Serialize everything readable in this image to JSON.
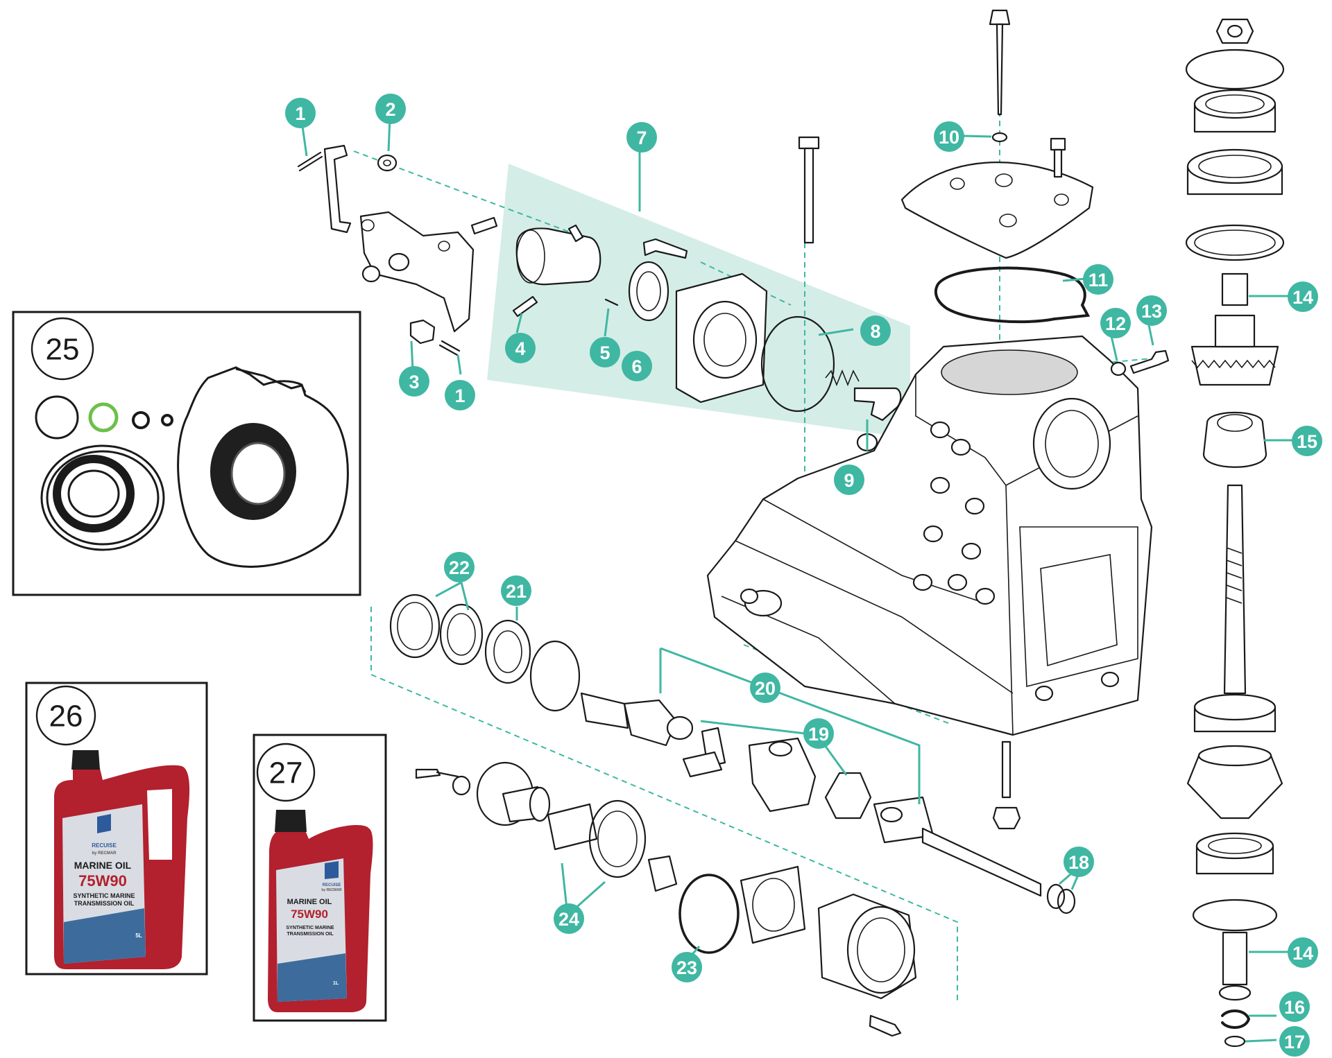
{
  "callouts": {
    "c1": "1",
    "c2": "2",
    "c3": "3",
    "c4": "4",
    "c5": "5",
    "c6": "6",
    "c7": "7",
    "c8": "8",
    "c9": "9",
    "c10": "10",
    "c11": "11",
    "c12": "12",
    "c13": "13",
    "c14": "14",
    "c15": "15",
    "c16": "16",
    "c17": "17",
    "c18": "18",
    "c19": "19",
    "c20": "20",
    "c21": "21",
    "c22": "22",
    "c23": "23",
    "c24": "24"
  },
  "insets": {
    "seal_kit": {
      "number": "25"
    },
    "oil_5l": {
      "number": "26",
      "brand": "RECUISE",
      "brand_sub": "by RECMAR",
      "product": "MARINE OIL",
      "grade": "75W90",
      "description_line1": "SYNTHETIC MARINE",
      "description_line2": "TRANSMISSION OIL",
      "volume": "5L"
    },
    "oil_1l": {
      "number": "27",
      "brand": "RECUISE",
      "brand_sub": "by RECMAR",
      "product": "MARINE OIL",
      "grade": "75W90",
      "description_line1": "SYNTHETIC MARINE",
      "description_line2": "TRANSMISSION OIL",
      "volume": "1L"
    }
  },
  "colors": {
    "accent": "#3fb7a2",
    "highlight_area": "#d5ede7",
    "bottle_red": "#b3202e",
    "line": "#1a1a1a",
    "kit_green_ring": "#6cc04a"
  }
}
